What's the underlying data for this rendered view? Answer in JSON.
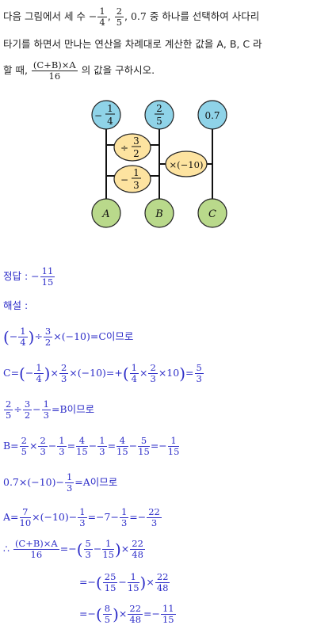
{
  "problem": {
    "line1_a": "다음 그림에서 세 수 ",
    "neg": "−",
    "f1_num": "1",
    "f1_den": "4",
    "comma": ",",
    "f2_num": "2",
    "f2_den": "5",
    "val07": "0.7",
    "line1_b": " 중 하나를 선택하여 사다리",
    "line2": "타기를 하면서 만나는 연산을 차례대로 계산한 값을 A, B, C 라",
    "line3_a": "할 때, ",
    "expr_num": "(C+B)×A",
    "expr_den": "16",
    "line3_b": " 의 값을 구하시오."
  },
  "diagram": {
    "top_minus": "−",
    "top1_num": "1",
    "top1_den": "4",
    "top2_num": "2",
    "top2_den": "5",
    "top3": "0.7",
    "op1_sign": "÷",
    "op1_num": "3",
    "op1_den": "2",
    "op2_sign": "−",
    "op2_num": "1",
    "op2_den": "3",
    "op3": "×(−10)",
    "bottom": [
      "A",
      "B",
      "C"
    ],
    "colors": {
      "blue": "#8fd3e8",
      "yellow": "#fde3a0",
      "green": "#b9d98b"
    }
  },
  "solution": {
    "answer_label": "정답 :",
    "answer_sign": "−",
    "answer_num": "11",
    "answer_den": "15",
    "explain_label": "해설 :",
    "s1": {
      "lp": "(",
      "neg": "−",
      "a_n": "1",
      "a_d": "4",
      "rp": ")",
      "div": "÷",
      "b_n": "3",
      "b_d": "2",
      "rest": "×(−10)=C이므로"
    },
    "s2": {
      "c": "C=",
      "lp": "(",
      "neg": "−",
      "a_n": "1",
      "a_d": "4",
      "rp": ")",
      "times1": "×",
      "b_n": "2",
      "b_d": "3",
      "times2": "×(−10)=+",
      "lp2": "(",
      "c_n": "1",
      "c_d": "4",
      "mid": "×",
      "d_n": "2",
      "d_d": "3",
      "end": "×10",
      "rp2": ")",
      "eq": "=",
      "r_n": "5",
      "r_d": "3"
    },
    "s3": {
      "a_n": "2",
      "a_d": "5",
      "div": "÷",
      "b_n": "3",
      "b_d": "2",
      "minus": "−",
      "c_n": "1",
      "c_d": "3",
      "rest": "=B이므로"
    },
    "s4": {
      "b": "B=",
      "a_n": "2",
      "a_d": "5",
      "times": "×",
      "b_n": "2",
      "b_d": "3",
      "m1": "−",
      "c_n": "1",
      "c_d": "3",
      "eq1": "=",
      "d_n": "4",
      "d_d": "15",
      "m2": "−",
      "e_n": "1",
      "e_d": "3",
      "eq2": "=",
      "f_n": "4",
      "f_d": "15",
      "m3": "−",
      "g_n": "5",
      "g_d": "15",
      "eq3": "=−",
      "r_n": "1",
      "r_d": "15"
    },
    "s5": {
      "lead": "0.7×(−10)−",
      "a_n": "1",
      "a_d": "3",
      "rest": "=A이므로"
    },
    "s6": {
      "a": "A=",
      "a_n": "7",
      "a_d": "10",
      "mid": "×(−10)−",
      "b_n": "1",
      "b_d": "3",
      "mid2": "=−7−",
      "c_n": "1",
      "c_d": "3",
      "eq": "=−",
      "r_n": "22",
      "r_d": "3"
    },
    "s7": {
      "therefore": "∴",
      "e_n": "(C+B)×A",
      "e_d": "16",
      "eq": "=−",
      "lp": "(",
      "a_n": "5",
      "a_d": "3",
      "m": "−",
      "b_n": "1",
      "b_d": "15",
      "rp": ")",
      "t": "×",
      "c_n": "22",
      "c_d": "48"
    },
    "s8": {
      "eq": "=−",
      "lp": "(",
      "a_n": "25",
      "a_d": "15",
      "m": "−",
      "b_n": "1",
      "b_d": "15",
      "rp": ")",
      "t": "×",
      "c_n": "22",
      "c_d": "48"
    },
    "s9": {
      "eq": "=−",
      "lp": "(",
      "a_n": "8",
      "a_d": "5",
      "rp": ")",
      "t": "×",
      "b_n": "22",
      "b_d": "48",
      "eq2": "=−",
      "r_n": "11",
      "r_d": "15"
    }
  }
}
